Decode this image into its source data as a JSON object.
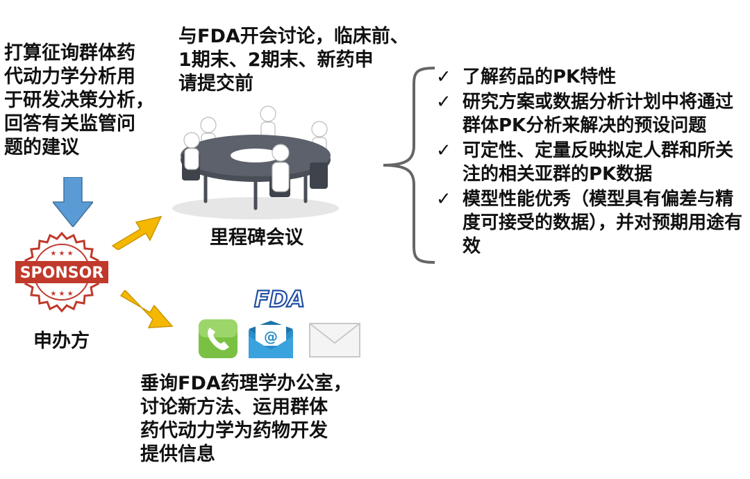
{
  "sponsor_note": "打算征询群体药\n代动力学分析用\n于研发决策分析，\n回答有关监管问\n题的建议",
  "meeting_note": "与FDA开会讨论，临床前、\n1期末、2期末、新药申\n请提交前",
  "milestone_label": "里程碑会议",
  "sponsor_label": "申办方",
  "stamp_text": "SPONSOR",
  "fda_logo_text": "FDA",
  "inquiry_note": "垂询FDA药理学办公室，\n讨论新方法、运用群体\n药代动力学为药物开发\n提供信息",
  "check_glyph": "✓",
  "checklist": [
    "了解药品的PK特性",
    "研究方案或数据分析计划中将通过群体PK分析来解决的预设问题",
    "可定性、定量反映拟定人群和所关注的相关亚群的PK数据",
    "模型性能优秀（模型具有偏差与精度可接受的数据），并对预期用途有效"
  ],
  "colors": {
    "down_arrow": "#5b9bd5",
    "right_arrow": "#f5b800",
    "stamp": "#c0392b",
    "fda_blue": "#1f4fa3",
    "phone_green": "#7ac143",
    "mail_blue": "#2d8fc8",
    "table": "#4a4e57"
  },
  "icons": [
    "down-arrow-icon",
    "right-arrow-icon",
    "sponsor-stamp-icon",
    "meeting-table-icon",
    "fda-logo-icon",
    "phone-icon",
    "email-icon",
    "envelope-icon",
    "brace-icon"
  ]
}
